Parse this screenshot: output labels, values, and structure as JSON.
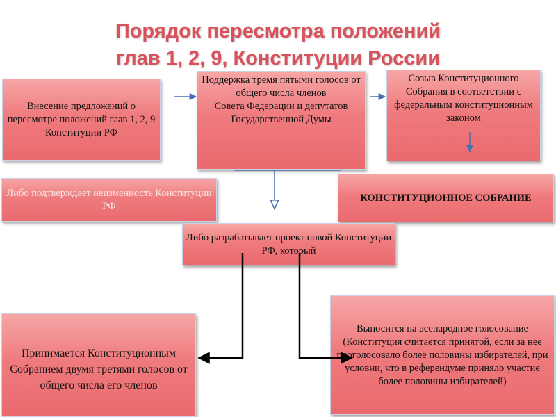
{
  "title": {
    "line1": "Порядок пересмотра положений",
    "line2": "глав 1, 2, 9, Конституции России"
  },
  "boxes": {
    "proposal": "Внесение предложений о пересмотре положений глав 1, 2, 9 Конституции РФ",
    "support": "Поддержка тремя пятыми голосов от общего числа членов\nСовета Федерации и депутатов Государственной Думы",
    "convene": "Созыв Конституционного Собрания в соответствии с федеральным конституционным законом",
    "confirm": "Либо подтверждает неизменность Конституции РФ",
    "assembly": "КОНСТИТУЦИОННОЕ СОБРАНИЕ",
    "draft": "Либо разрабатывает проект новой Конституции РФ, который",
    "adopted": "Принимается Конституционным Собранием двумя третями голосов от общего числа его членов",
    "referendum": "Выносится на всенародное голосование (Конституция считается принятой, если за нее проголосовало более половины избирателей, при условии, что в референдуме приняло участие более половины избирателей)"
  },
  "colors": {
    "title": "#d9515a",
    "box_top": "#f6a6a6",
    "box_bottom": "#ea6a6e",
    "blue_arrow": "#4a6fae",
    "black_arrow": "#000000"
  }
}
